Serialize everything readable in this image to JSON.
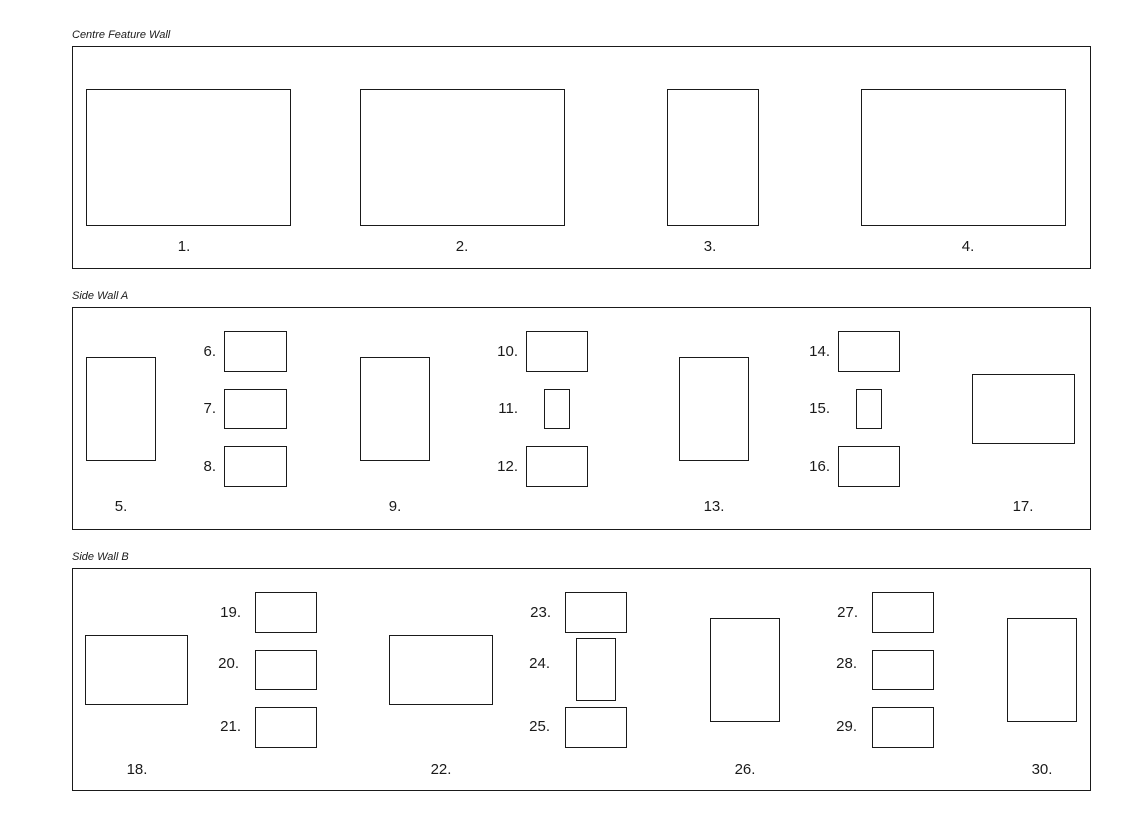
{
  "walls": {
    "centre": {
      "title": "Centre Feature Wall"
    },
    "side_a": {
      "title": "Side Wall A"
    },
    "side_b": {
      "title": "Side Wall B"
    }
  },
  "labels": {
    "f1": "1.",
    "f2": "2.",
    "f3": "3.",
    "f4": "4.",
    "f5": "5.",
    "f6": "6.",
    "f7": "7.",
    "f8": "8.",
    "f9": "9.",
    "f10": "10.",
    "f11": "11.",
    "f12": "12.",
    "f13": "13.",
    "f14": "14.",
    "f15": "15.",
    "f16": "16.",
    "f17": "17.",
    "f18": "18.",
    "f19": "19.",
    "f20": "20.",
    "f21": "21.",
    "f22": "22.",
    "f23": "23.",
    "f24": "24.",
    "f25": "25.",
    "f26": "26.",
    "f27": "27.",
    "f28": "28.",
    "f29": "29.",
    "f30": "30."
  }
}
